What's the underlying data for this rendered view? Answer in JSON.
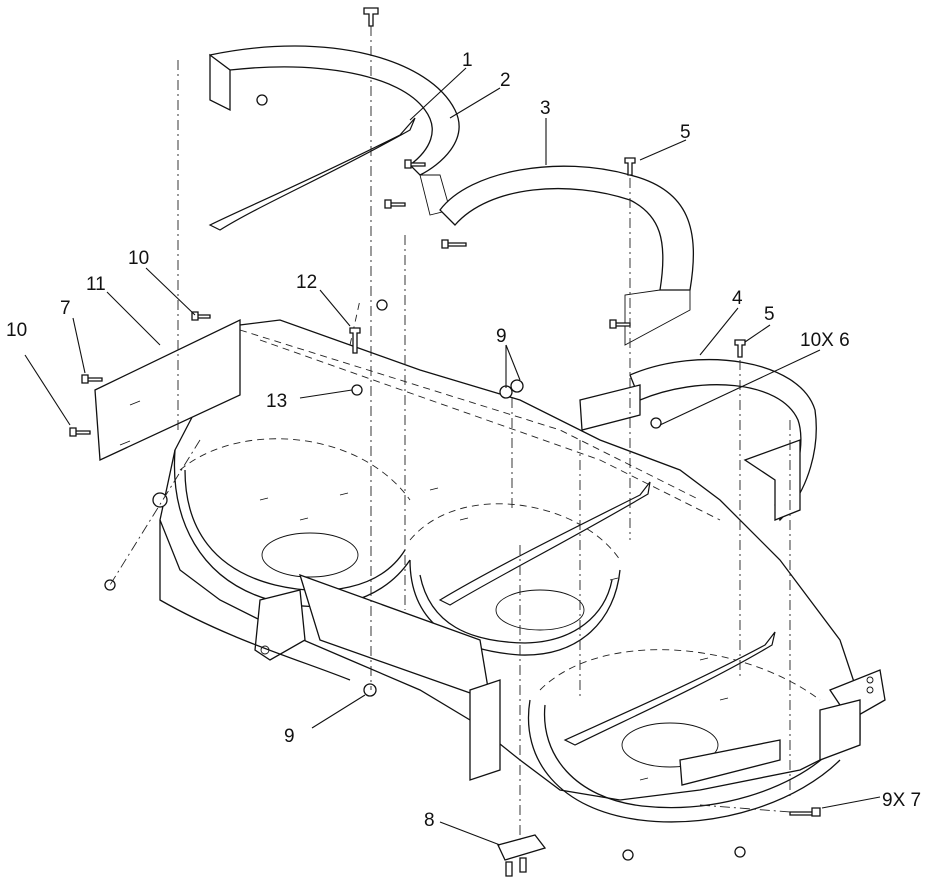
{
  "callouts": [
    {
      "id": "c1",
      "label": "1"
    },
    {
      "id": "c2",
      "label": "2"
    },
    {
      "id": "c3",
      "label": "3"
    },
    {
      "id": "c4",
      "label": "4"
    },
    {
      "id": "c5a",
      "label": "5"
    },
    {
      "id": "c5b",
      "label": "5"
    },
    {
      "id": "c7",
      "label": "7"
    },
    {
      "id": "c8",
      "label": "8"
    },
    {
      "id": "c9a",
      "label": "9"
    },
    {
      "id": "c9b",
      "label": "9"
    },
    {
      "id": "c9x7",
      "label": "9X 7"
    },
    {
      "id": "c10a",
      "label": "10"
    },
    {
      "id": "c10b",
      "label": "10"
    },
    {
      "id": "c10x6",
      "label": "10X 6"
    },
    {
      "id": "c11",
      "label": "11"
    },
    {
      "id": "c12",
      "label": "12"
    },
    {
      "id": "c13",
      "label": "13"
    }
  ]
}
